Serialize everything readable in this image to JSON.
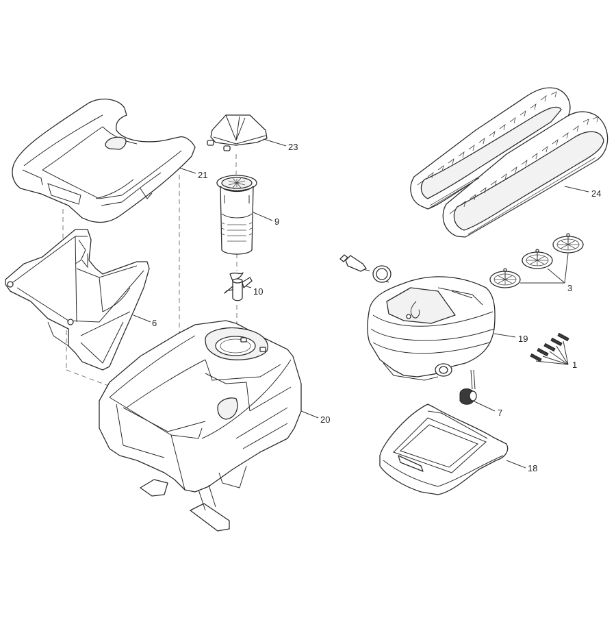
{
  "diagram": {
    "type": "exploded-parts-diagram",
    "background": "#ffffff",
    "line_color": "#2a2a2a",
    "parts": [
      {
        "number": "1",
        "name": "screws",
        "quantity_shown": 5
      },
      {
        "number": "3",
        "name": "wheels",
        "quantity_shown": 3
      },
      {
        "number": "6",
        "name": "filter-basket"
      },
      {
        "number": "7",
        "name": "cable-swivel-knob"
      },
      {
        "number": "9",
        "name": "impeller-filter-cartridge"
      },
      {
        "number": "10",
        "name": "impeller"
      },
      {
        "number": "18",
        "name": "bottom-handle-frame"
      },
      {
        "number": "19",
        "name": "motor-unit"
      },
      {
        "number": "20",
        "name": "body-chassis"
      },
      {
        "number": "21",
        "name": "top-cover"
      },
      {
        "number": "23",
        "name": "outlet-cap"
      },
      {
        "number": "24",
        "name": "tracks",
        "quantity_shown": 2
      }
    ]
  },
  "labels": {
    "l1": "1",
    "l3": "3",
    "l6": "6",
    "l7": "7",
    "l9": "9",
    "l10": "10",
    "l18": "18",
    "l19": "19",
    "l20": "20",
    "l21": "21",
    "l23": "23",
    "l24": "24"
  }
}
